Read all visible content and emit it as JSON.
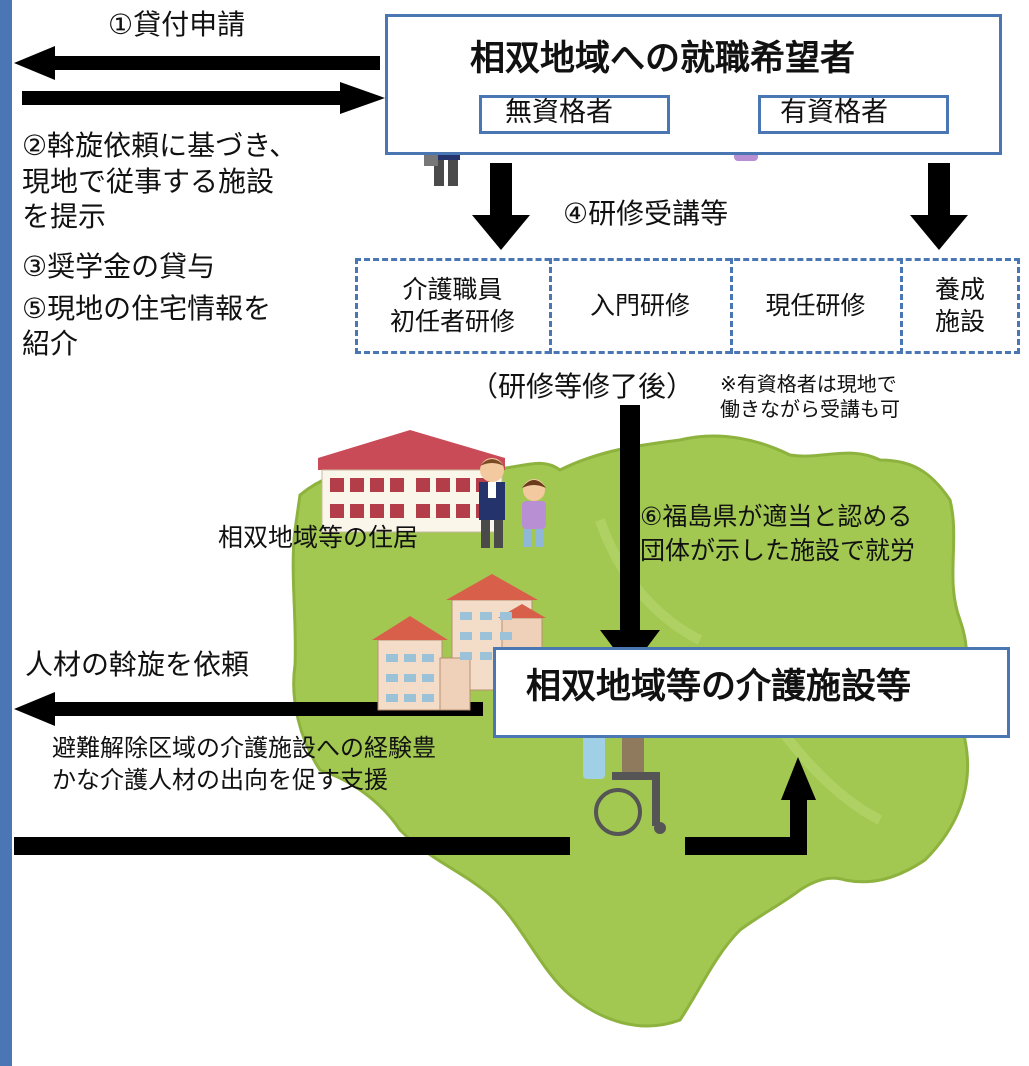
{
  "applicant_box": {
    "title": "相双地域への就職希望者",
    "unqualified": "無資格者",
    "qualified": "有資格者"
  },
  "steps": {
    "step1": "①貸付申請",
    "step2": "②斡旋依頼に基づき、\n現地で従事する施設\nを提示",
    "step3": "③奨学金の貸与",
    "step5": "⑤現地の住宅情報を\n紹介",
    "step4": "④研修受講等",
    "step6": "⑥福島県が適当と認める\n団体が示した施設で就労"
  },
  "training": {
    "cell1": "介護職員\n初任者研修",
    "cell2": "入門研修",
    "cell3": "現任研修",
    "cell4": "養成\n施設"
  },
  "after_training": "（研修等修了後）",
  "note": "※有資格者は現地で\n働きながら受講も可",
  "housing_label": "相双地域等の住居",
  "request_label": "人材の斡旋を依頼",
  "facility_box": "相双地域等の介護施設等",
  "support_text": "避難解除区域の介護施設への経験豊\nかな介護人材の出向を促す支援",
  "colors": {
    "border_blue": "#4a77b4",
    "map_green": "#9cc54b",
    "arrow_black": "#000000"
  }
}
